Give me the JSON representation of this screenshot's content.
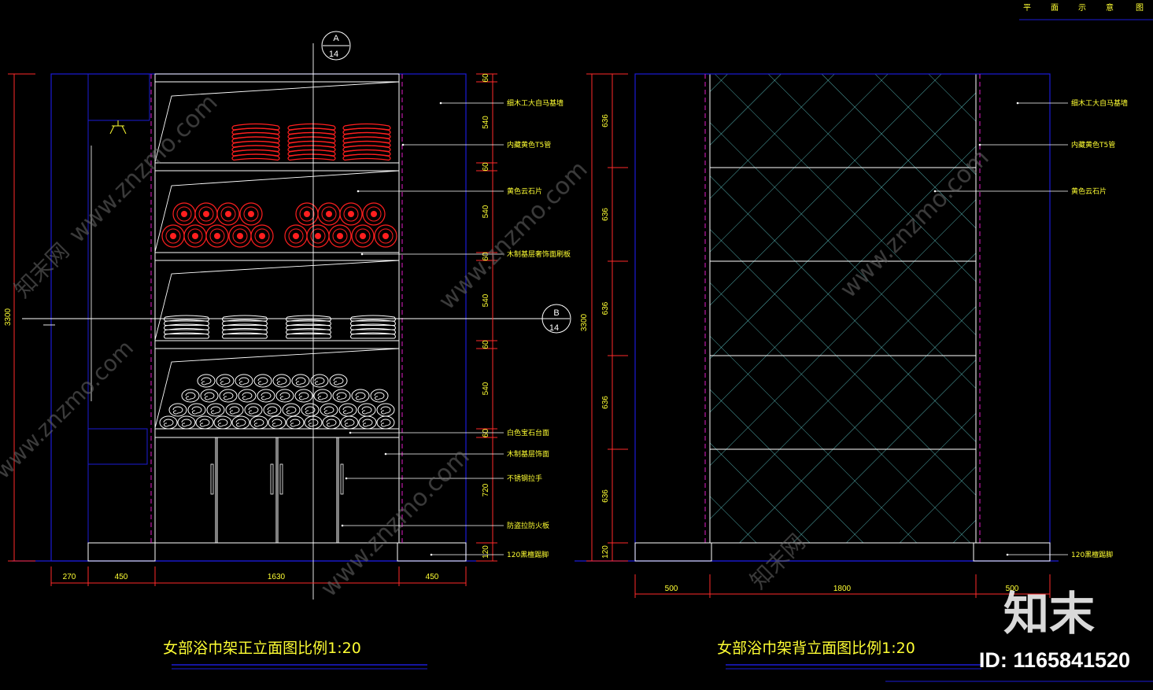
{
  "header": {
    "plan_note": [
      "平",
      "面",
      "示",
      "意",
      "图"
    ]
  },
  "colors": {
    "background": "#000000",
    "frame": "#1c1cd6",
    "line_white": "#ffffff",
    "dim_red": "#ff2a2a",
    "text_yellow": "#ffff33",
    "towel_red": "#ff1f1f",
    "dashed_magenta": "#e01cc6",
    "glass_cyan": "#66d9d9",
    "watermark": "#6c6c6c"
  },
  "front_elevation": {
    "title": "女部浴巾架正立面图比例1:20",
    "overall_height": "3300",
    "bottom_dims": [
      "270",
      "450",
      "1630",
      "450"
    ],
    "right_dims": [
      "60",
      "540",
      "60",
      "540",
      "60",
      "540",
      "60",
      "540",
      "60",
      "720",
      "120"
    ],
    "section_a": {
      "letter": "A",
      "sheet": "14"
    },
    "section_b": {
      "letter": "B",
      "sheet": "14"
    },
    "notes": [
      "细木工大自马基墙",
      "内藏黄色T5管",
      "黄色云石片",
      "木制基层奢饰面刷板",
      "白色宝石台面",
      "木制基层饰面",
      "不锈钢拉手",
      "防盗拉防火板",
      "120黑檀踢脚"
    ]
  },
  "rear_elevation": {
    "title": "女部浴巾架背立面图比例1:20",
    "overall_height": "3300",
    "bottom_dims": [
      "500",
      "1800",
      "500"
    ],
    "left_dims": [
      "636",
      "636",
      "636",
      "636",
      "636",
      "120"
    ],
    "notes": [
      "细木工大自马基墙",
      "内藏黄色T5管",
      "黄色云石片",
      "120黑檀踢脚"
    ]
  },
  "watermark": {
    "site": "www.znzmo.com",
    "brand": "知末网",
    "logo": "知末",
    "id_label": "ID: 1165841520"
  }
}
